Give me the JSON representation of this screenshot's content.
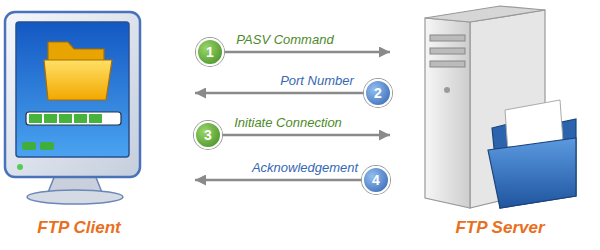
{
  "diagram": {
    "nodes": [
      {
        "text": [
          "FTP Client"
        ]
      },
      {
        "text": [
          "FTP Server"
        ]
      }
    ],
    "edges": [
      {
        "from": 0,
        "to": 1,
        "arrow": "to",
        "label": "PASV Command"
      },
      {
        "from": 1,
        "to": 0,
        "arrow": "to",
        "label": "Port Number"
      },
      {
        "from": 0,
        "to": 1,
        "arrow": "to",
        "label": "Initiate Connection"
      },
      {
        "from": 1,
        "to": 0,
        "arrow": "to",
        "label": "Acknowledgement"
      }
    ],
    "labels": [
      "1",
      "2",
      "3",
      "4"
    ]
  }
}
